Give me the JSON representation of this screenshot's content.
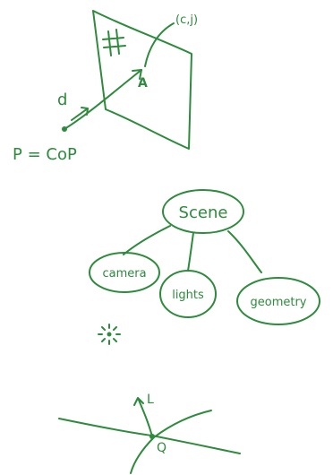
{
  "colors": {
    "ink": "#2e8a3c",
    "background": "#ffffff"
  },
  "ray_sketch": {
    "pixel_label": "(c,j)",
    "point_a_label": "A",
    "direction_label": "d",
    "origin_label": "P = CoP"
  },
  "scene_graph": {
    "root": "Scene",
    "children": [
      "camera",
      "lights",
      "geometry"
    ]
  },
  "light_sketch": {
    "light_vector_label": "L",
    "point_label": "Q"
  }
}
